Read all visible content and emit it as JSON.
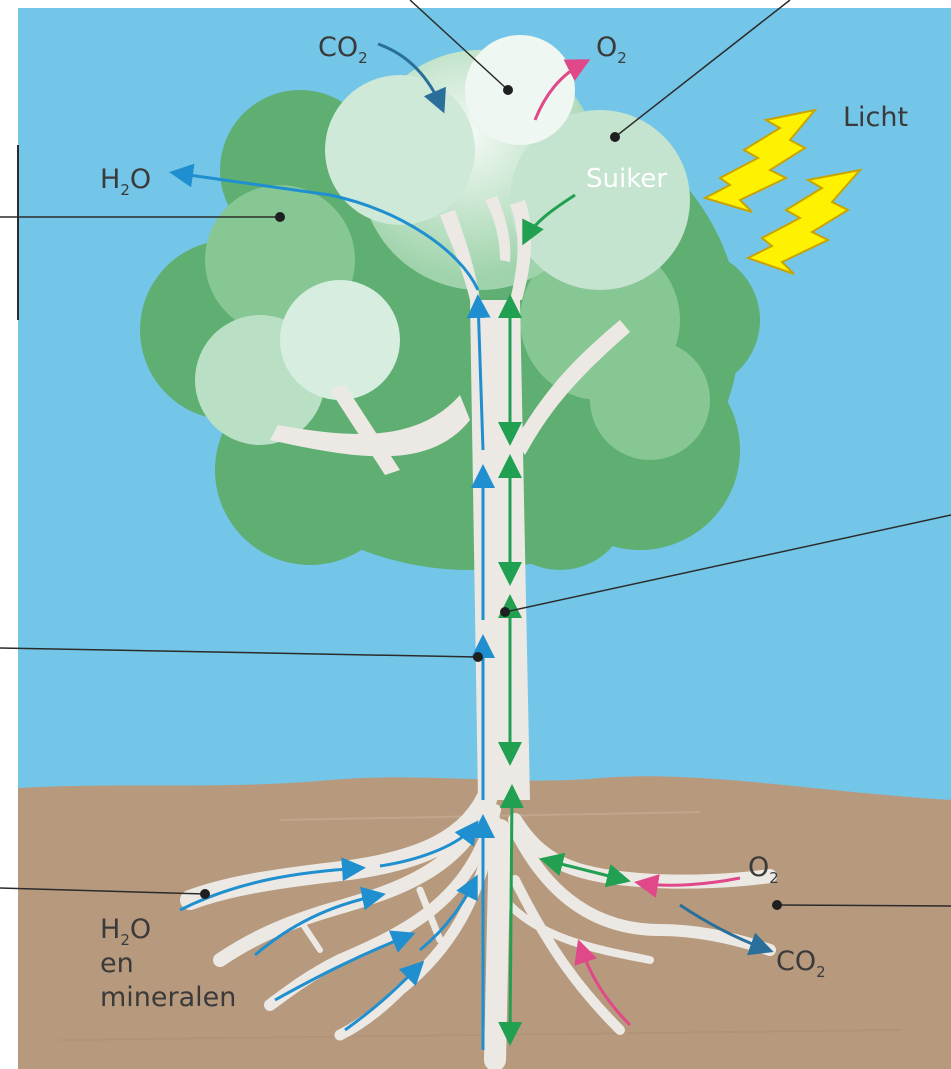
{
  "labels": {
    "co2_top": "CO",
    "co2_top_sub": "2",
    "o2_top": "O",
    "o2_top_sub": "2",
    "h2o_left": "H",
    "h2o_left_sub": "2",
    "h2o_left_tail": "O",
    "licht": "Licht",
    "suiker": "Suiker",
    "h2o_roots": "H",
    "h2o_roots_sub": "2",
    "h2o_roots_tail": "O",
    "en": "en",
    "mineralen": "mineralen",
    "o2_roots": "O",
    "o2_roots_sub": "2",
    "co2_roots": "CO",
    "co2_roots_sub": "2"
  },
  "colors": {
    "sky": "#73c6e8",
    "soil": "#b79a7e",
    "foliage_dark": "#5fae72",
    "foliage_mid": "#86c793",
    "foliage_light": "#d6ede0",
    "trunk": "#ece9e4",
    "water_arrow": "#1f8fd0",
    "sugar_arrow": "#22a052",
    "oxygen_arrow": "#e0488a",
    "co2_arrow": "#2a6f9a",
    "light_bolt": "#fff200",
    "leader_line": "#2b2b2b"
  },
  "icons": [
    "light-bolt-icon",
    "water-arrow-icon",
    "sugar-arrow-icon",
    "oxygen-arrow-icon",
    "co2-arrow-icon"
  ]
}
